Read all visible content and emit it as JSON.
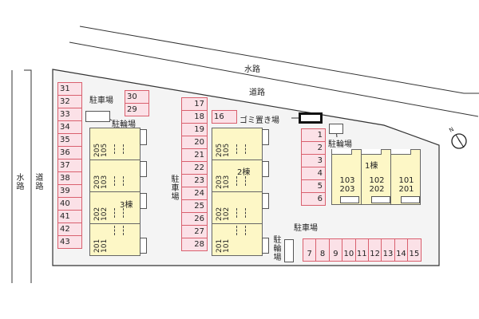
{
  "labels": {
    "water_top": "水路",
    "road_top": "道路",
    "water_left": "水路",
    "road_left": "道路",
    "parking_nw": "駐車場",
    "parking_mid": "駐車場",
    "parking_se": "駐車場",
    "bike_nw": "駐輪場",
    "bike_ne": "駐輪場",
    "bike_s": "駐輪場",
    "garbage": "ゴミ置き場"
  },
  "parking": {
    "col_west": [
      "31",
      "32",
      "33",
      "34",
      "35",
      "36",
      "37",
      "38",
      "39",
      "40",
      "41",
      "42",
      "43"
    ],
    "pair_nw": [
      "30",
      "29"
    ],
    "col_mid": [
      "17",
      "18",
      "19",
      "20",
      "21",
      "22",
      "23",
      "24",
      "25",
      "26",
      "27",
      "28"
    ],
    "single": "16",
    "col_east": [
      "1",
      "2",
      "3",
      "4",
      "5",
      "6"
    ],
    "row_south": [
      "7",
      "8",
      "9",
      "10",
      "11",
      "12",
      "13",
      "14",
      "15"
    ]
  },
  "buildings": {
    "b3": {
      "name": "3棟",
      "units": [
        "205\n105",
        "203\n103",
        "202\n102",
        "201\n101"
      ]
    },
    "b2": {
      "name": "2棟",
      "units": [
        "205\n105",
        "203\n103",
        "202\n102",
        "201\n101"
      ]
    },
    "b1": {
      "name": "1棟",
      "units": [
        "103\n203",
        "102\n202",
        "101\n201"
      ]
    }
  },
  "compass": {
    "north_label": "N"
  },
  "colors": {
    "space_fill": "#fbe1e7",
    "space_border": "#d9606e",
    "building_fill": "#fdf7c6"
  }
}
